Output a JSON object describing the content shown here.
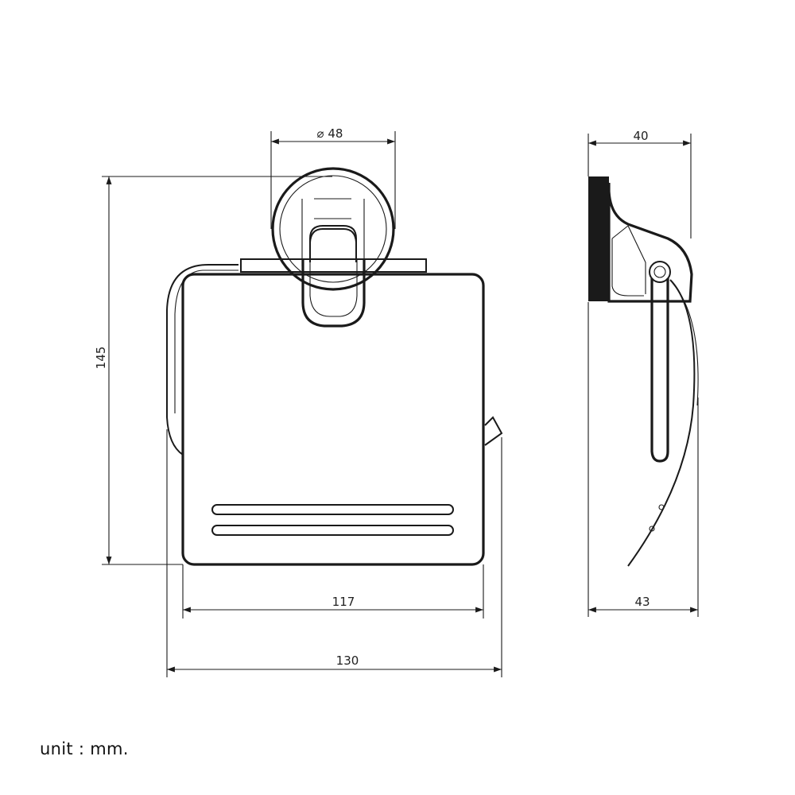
{
  "drawing": {
    "dimensions": {
      "diameter": "⌀ 48",
      "height": "145",
      "cover_width": "117",
      "total_width": "130",
      "side_top_depth": "40",
      "side_bottom_depth": "43"
    },
    "unit_note": "unit : mm."
  }
}
